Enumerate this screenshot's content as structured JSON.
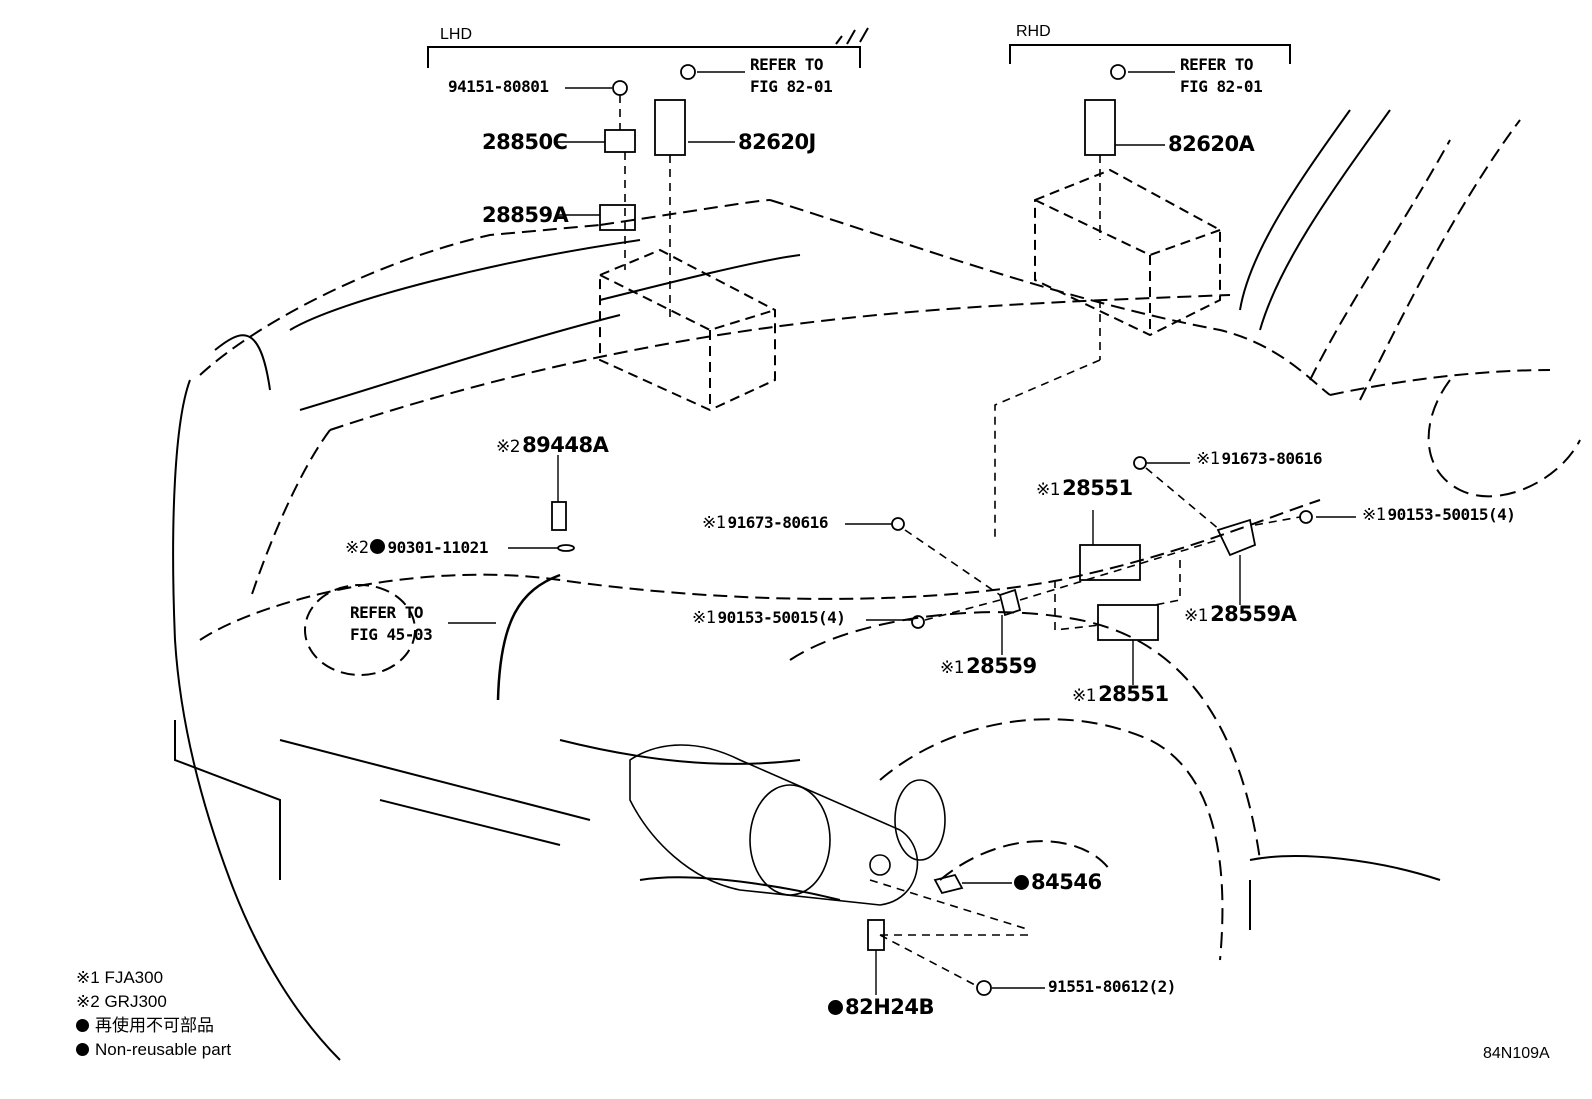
{
  "title": "Battery & Engine Compartment Relay Parts Diagram",
  "figure_id": "84N109A",
  "sections": {
    "lhd": "LHD",
    "rhd": "RHD"
  },
  "markers": {
    "note1": "※1",
    "note2": "※2"
  },
  "callouts": {
    "lhd_nut": "94151-80801",
    "lhd_refer": [
      "REFER TO",
      "FIG 82-01"
    ],
    "lhd_bracket": "28850C",
    "lhd_relay": "82620J",
    "lhd_holder": "28859A",
    "rhd_refer": [
      "REFER TO",
      "FIG 82-01"
    ],
    "rhd_relay": "82620A",
    "sensor": "89448A",
    "gasket": "90301-11021",
    "refer_45": [
      "REFER TO",
      "FIG 45-03"
    ],
    "bolt_left": "91673-80616",
    "bolt_right": "91673-80616",
    "relay_upper": "28551",
    "relay_lower": "28551",
    "screw_left": "90153-50015(4)",
    "screw_right": "90153-50015(4)",
    "bracket_left": "28559",
    "bracket_right": "28559A",
    "clip": "84546",
    "connector": "82H24B",
    "bolt_bottom": "91551-80612(2)"
  },
  "legend": [
    {
      "mark": "※1",
      "text": "FJA300"
    },
    {
      "mark": "※2",
      "text": "GRJ300"
    },
    {
      "mark": "●",
      "text": "再使用不可部品"
    },
    {
      "mark": "●",
      "text": "Non-reusable part"
    }
  ]
}
